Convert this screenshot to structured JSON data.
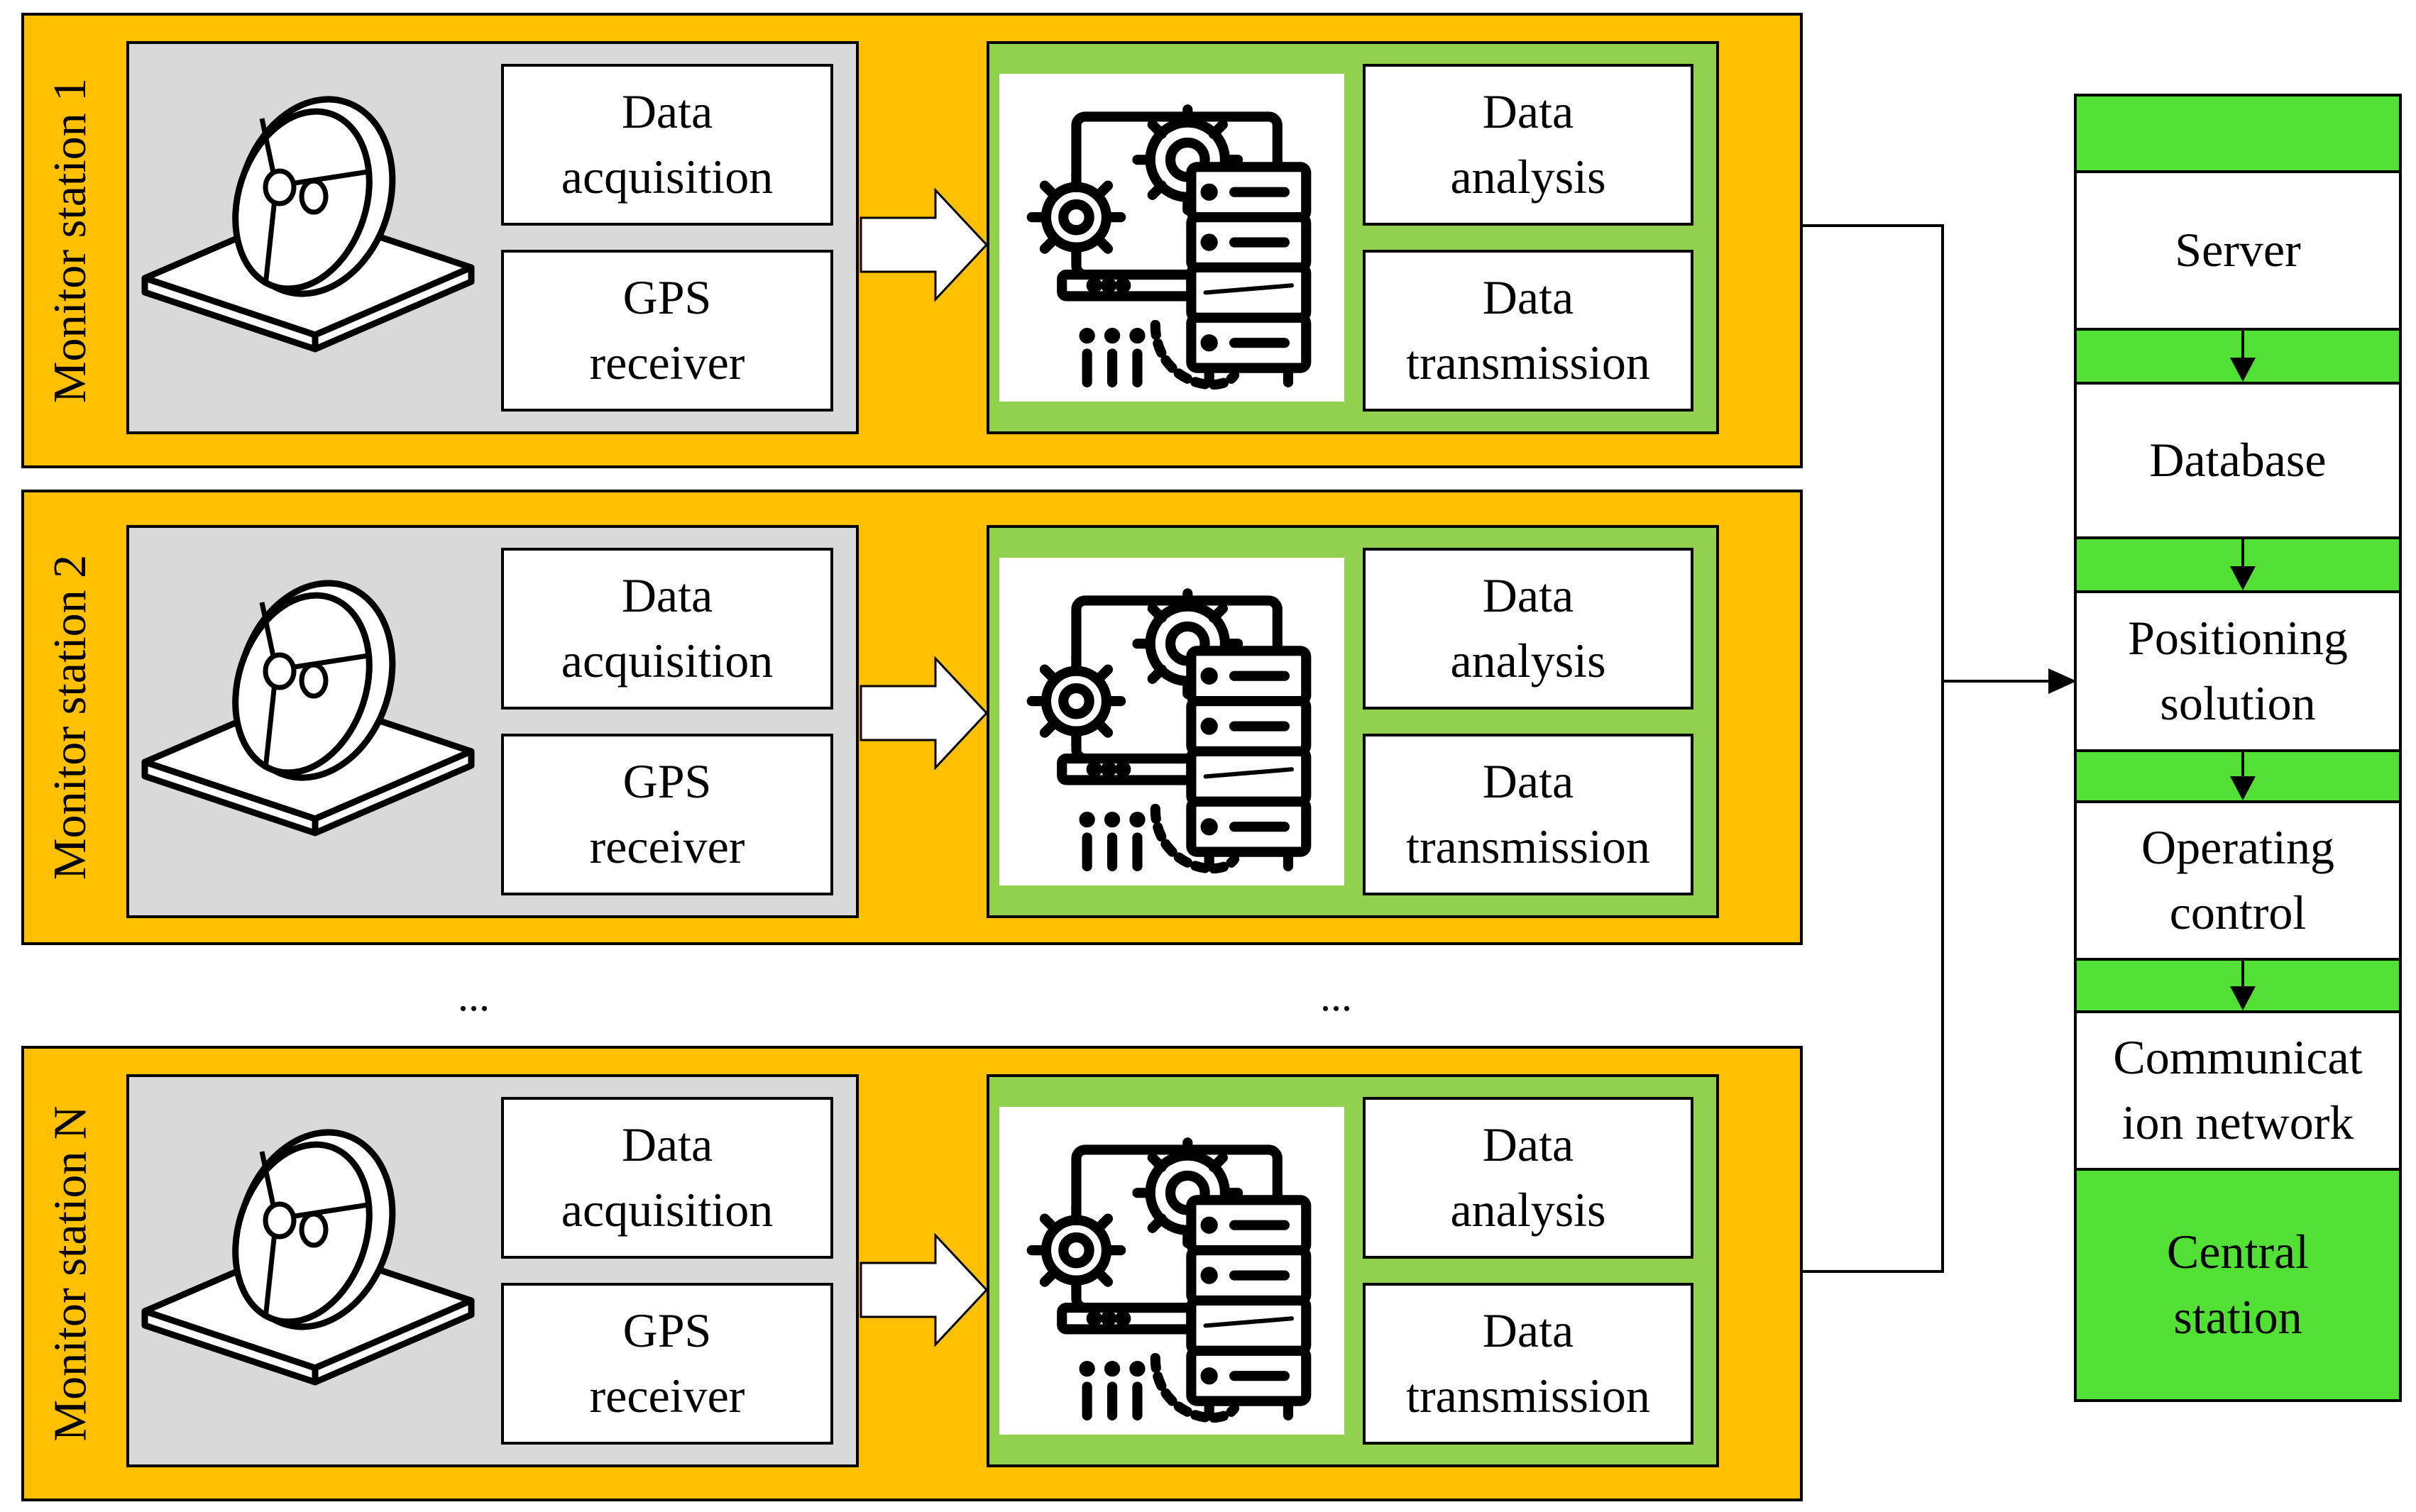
{
  "stations": [
    {
      "label": "Monitor station 1",
      "acquisition": "Data\nacquisition",
      "gps": "GPS\nreceiver",
      "analysis": "Data\nanalysis",
      "transmission": "Data\ntransmission"
    },
    {
      "label": "Monitor station 2",
      "acquisition": "Data\nacquisition",
      "gps": "GPS\nreceiver",
      "analysis": "Data\nanalysis",
      "transmission": "Data\ntransmission"
    },
    {
      "label": "Monitor station N",
      "acquisition": "Data\nacquisition",
      "gps": "GPS\nreceiver",
      "analysis": "Data\nanalysis",
      "transmission": "Data\ntransmission"
    }
  ],
  "ellipsis_left": "...",
  "ellipsis_right": "...",
  "central": {
    "server": "Server",
    "database": "Database",
    "positioning": "Positioning\nsolution",
    "operating": "Operating\ncontrol",
    "communication": "Communicat\nion network",
    "title": "Central\nstation"
  },
  "colors": {
    "station_bg": "#FFC000",
    "gray_panel": "#D9D9D9",
    "green_panel": "#92D050",
    "central_green": "#52E034"
  }
}
